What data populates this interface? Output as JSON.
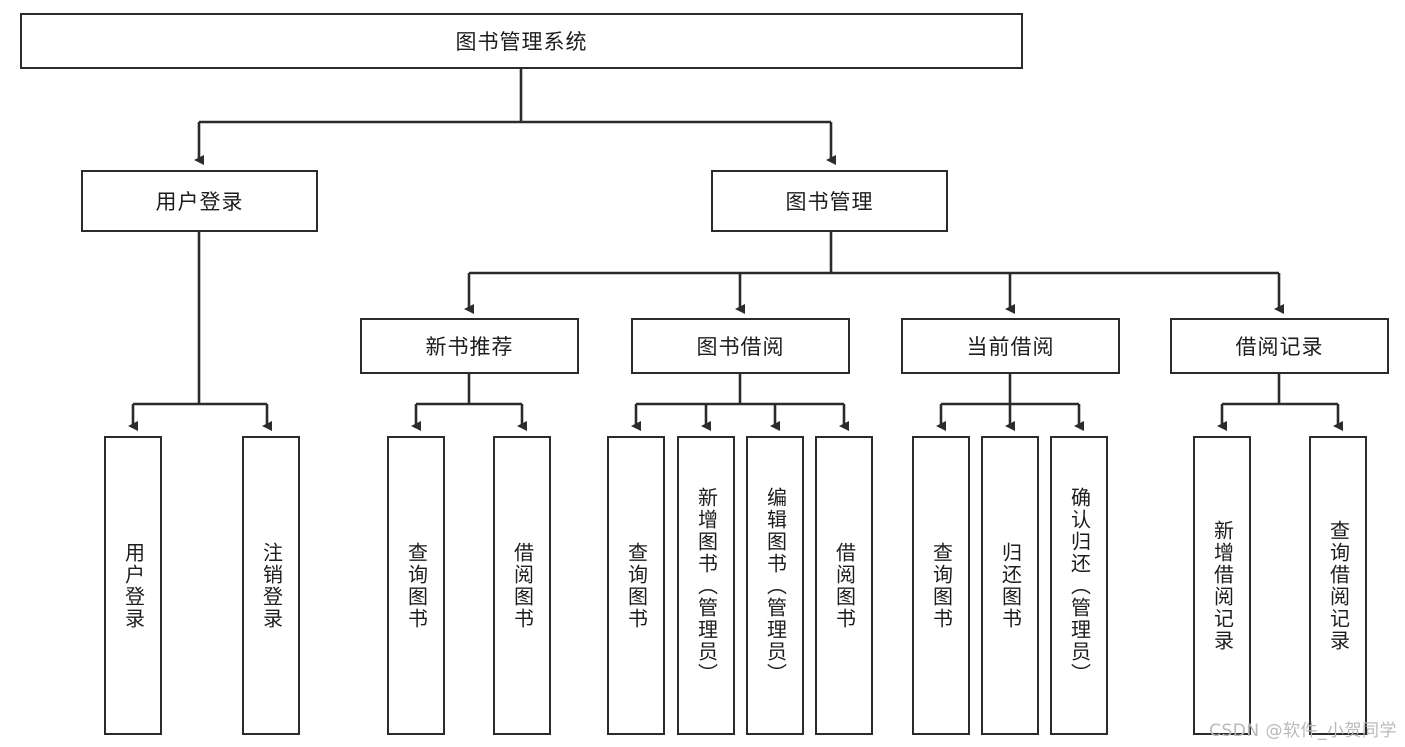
{
  "diagram": {
    "title_node": {
      "label": "图书管理系统"
    },
    "level2": [
      {
        "id": "user-login",
        "label": "用户登录"
      },
      {
        "id": "book-management",
        "label": "图书管理"
      }
    ],
    "level3": [
      {
        "id": "new-book-recommend",
        "label": "新书推荐"
      },
      {
        "id": "book-borrow",
        "label": "图书借阅"
      },
      {
        "id": "current-borrow",
        "label": "当前借阅"
      },
      {
        "id": "borrow-record",
        "label": "借阅记录"
      }
    ],
    "leaves": {
      "user_login": [
        {
          "id": "leaf-user-login",
          "label": "用户登录"
        },
        {
          "id": "leaf-logout-login",
          "label": "注销登录"
        }
      ],
      "new_book_recommend": [
        {
          "id": "leaf-query-book-1",
          "label": "查询图书"
        },
        {
          "id": "leaf-borrow-book-1",
          "label": "借阅图书"
        }
      ],
      "book_borrow": [
        {
          "id": "leaf-query-book-2",
          "label": "查询图书"
        },
        {
          "id": "leaf-add-book",
          "label": "新增图书（管理员）"
        },
        {
          "id": "leaf-edit-book",
          "label": "编辑图书（管理员）"
        },
        {
          "id": "leaf-borrow-book-2",
          "label": "借阅图书"
        }
      ],
      "current_borrow": [
        {
          "id": "leaf-query-book-3",
          "label": "查询图书"
        },
        {
          "id": "leaf-return-book",
          "label": "归还图书"
        },
        {
          "id": "leaf-confirm-return",
          "label": "确认归还（管理员）"
        }
      ],
      "borrow_record": [
        {
          "id": "leaf-add-borrow-record",
          "label": "新增借阅记录"
        },
        {
          "id": "leaf-query-borrow-record",
          "label": "查询借阅记录"
        }
      ]
    }
  },
  "watermark": {
    "text": "CSDN @软件_小贺同学"
  },
  "colors": {
    "stroke": "#2b2b2b",
    "background": "#ffffff",
    "text": "#1d1d1d",
    "watermark": "#b9b9b9"
  }
}
